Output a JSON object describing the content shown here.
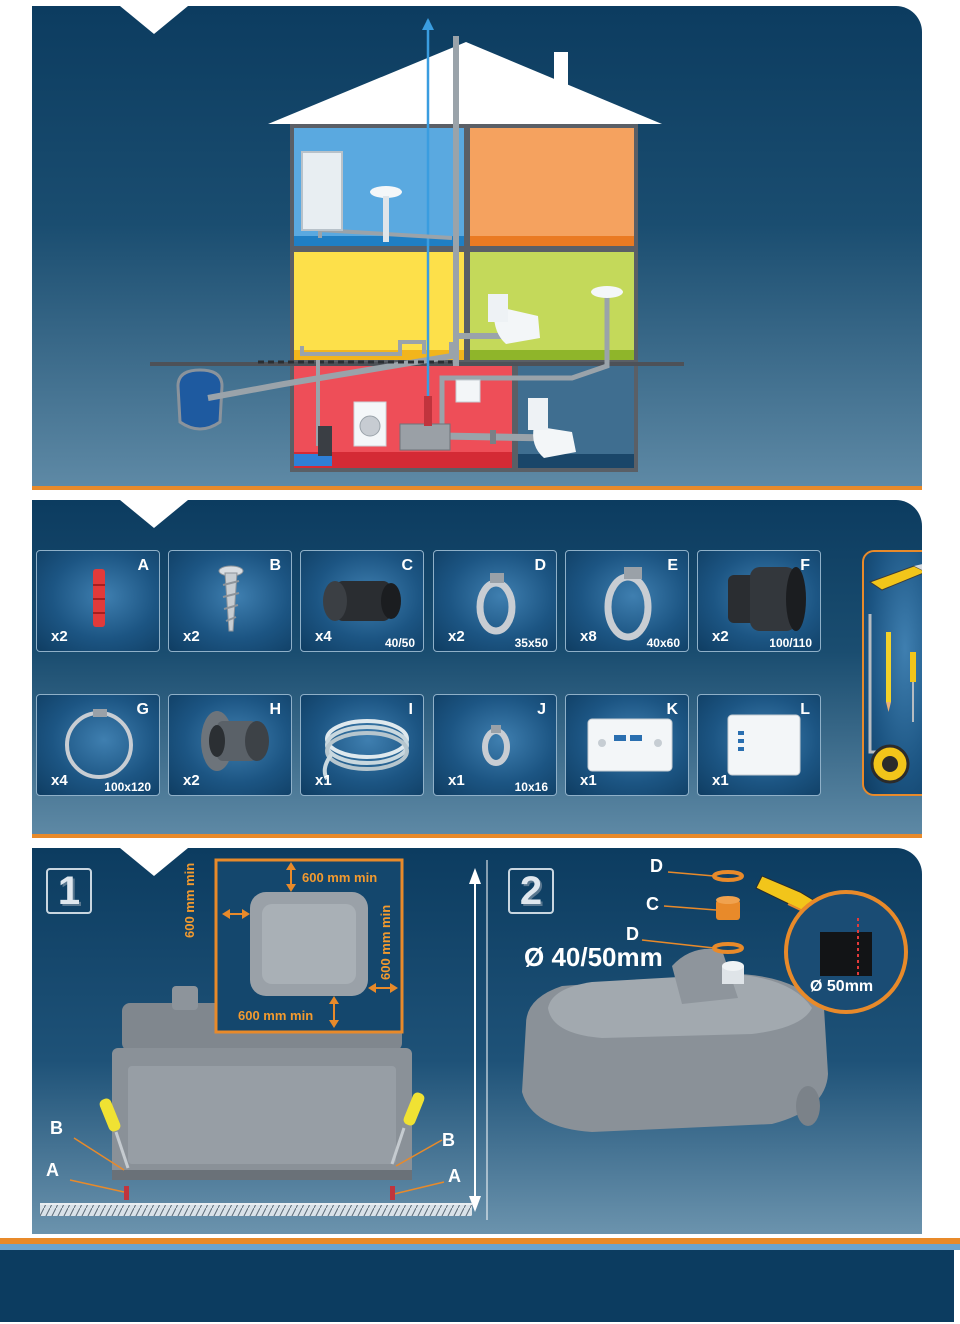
{
  "parts": [
    {
      "letter": "A",
      "qty": "x2",
      "size": "",
      "icon": "wall-plug-icon"
    },
    {
      "letter": "B",
      "qty": "x2",
      "size": "",
      "icon": "screw-icon"
    },
    {
      "letter": "C",
      "qty": "x4",
      "size": "40/50",
      "icon": "rubber-sleeve-icon"
    },
    {
      "letter": "D",
      "qty": "x2",
      "size": "35x50",
      "icon": "hose-clamp-icon"
    },
    {
      "letter": "E",
      "qty": "x8",
      "size": "40x60",
      "icon": "hose-clamp-icon"
    },
    {
      "letter": "F",
      "qty": "x2",
      "size": "100/110",
      "icon": "stepped-sleeve-icon"
    },
    {
      "letter": "G",
      "qty": "x4",
      "size": "100x120",
      "icon": "large-clamp-icon"
    },
    {
      "letter": "H",
      "qty": "x2",
      "size": "",
      "icon": "connector-icon"
    },
    {
      "letter": "I",
      "qty": "x1",
      "size": "",
      "icon": "tube-coil-icon"
    },
    {
      "letter": "J",
      "qty": "x1",
      "size": "10x16",
      "icon": "small-clamp-icon"
    },
    {
      "letter": "K",
      "qty": "x1",
      "size": "",
      "icon": "control-box-icon"
    },
    {
      "letter": "L",
      "qty": "x1",
      "size": "",
      "icon": "alarm-box-icon"
    }
  ],
  "step1": {
    "number": "1",
    "clearance_top": "600 mm min",
    "clearance_left": "600 mm min",
    "clearance_right": "600 mm min",
    "clearance_bottom": "600 mm min",
    "label_b_left": "B",
    "label_a_left": "A",
    "label_b_right": "B",
    "label_a_right": "A"
  },
  "step2": {
    "number": "2",
    "label_d_top": "D",
    "label_c": "C",
    "label_d_bottom": "D",
    "pipe_diameter": "Ø 40/50mm",
    "cut_diameter": "Ø 50mm"
  },
  "colors": {
    "navy": "#0c3c60",
    "orange": "#e88a2a",
    "room_blue": "#5aa9e0",
    "room_orange": "#f5a25f",
    "room_yellow": "#fde04a",
    "room_green": "#c4d95a",
    "room_red": "#ee4e58"
  }
}
